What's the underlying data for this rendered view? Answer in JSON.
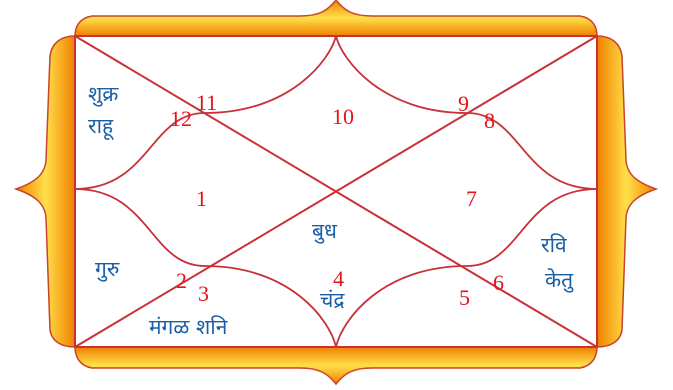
{
  "chart": {
    "border_colors": {
      "outer": "#f08a00",
      "inner": "#ffd84a",
      "edge": "#c8442a"
    },
    "line_color": "#c8303a",
    "house_number_color": "#e3141b",
    "planet_text_color": "#1b5ea8",
    "houses": [
      "1",
      "2",
      "3",
      "4",
      "5",
      "6",
      "7",
      "8",
      "9",
      "10",
      "11",
      "12"
    ],
    "planets": {
      "shukra": "शुक्र",
      "rahu": "राहू",
      "guru": "गुरु",
      "budh": "बुध",
      "chandra": "चंद्र",
      "mangal_shani": "मंगळ शनि",
      "ravi": "रवि",
      "ketu": "केतु"
    }
  }
}
